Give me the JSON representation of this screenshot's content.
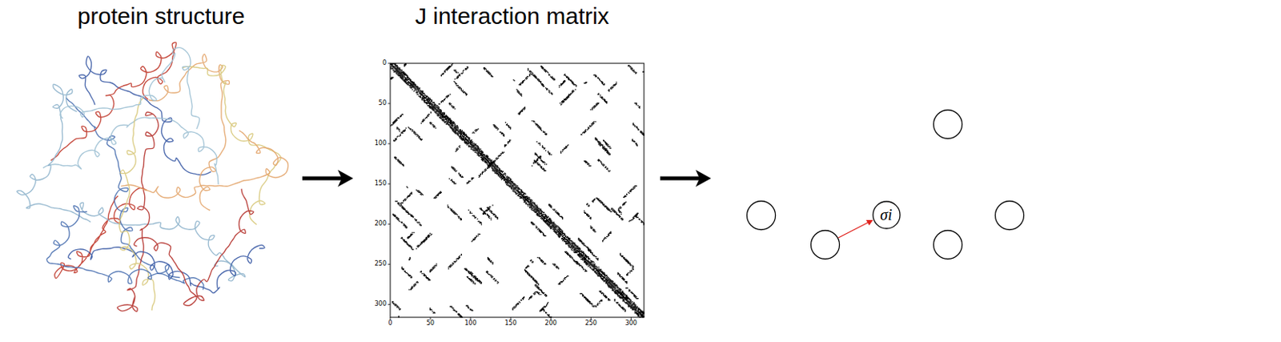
{
  "diagram": {
    "nodes": [
      {
        "text": [
          "σi"
        ]
      }
    ],
    "labels": [
      "protein structure",
      "J interaction matrix",
      "0",
      "50",
      "100",
      "150",
      "200",
      "250",
      "300",
      "0",
      "50",
      "100",
      "150",
      "200",
      "250",
      "300"
    ]
  }
}
